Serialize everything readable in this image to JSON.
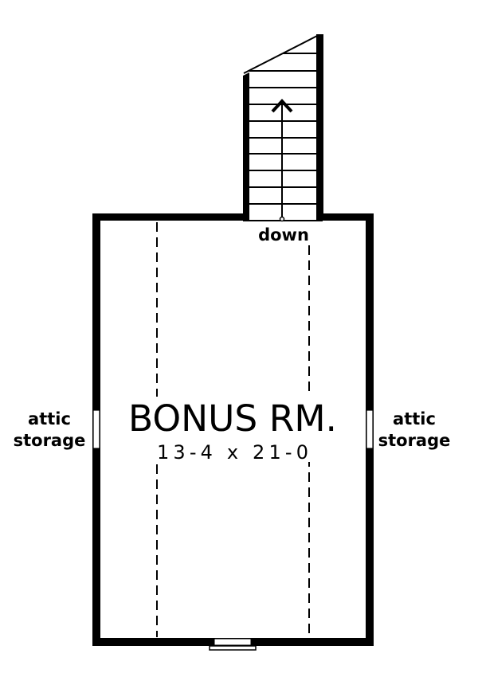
{
  "plan": {
    "room": {
      "name": "BONUS RM.",
      "dimensions": "13-4 x 21-0"
    },
    "stairs": {
      "label": "down",
      "direction": "up-arrow",
      "tread_count": 11
    },
    "left_label": {
      "line1": "attic",
      "line2": "storage"
    },
    "right_label": {
      "line1": "attic",
      "line2": "storage"
    },
    "colors": {
      "wall": "#000000",
      "background": "#ffffff"
    }
  }
}
